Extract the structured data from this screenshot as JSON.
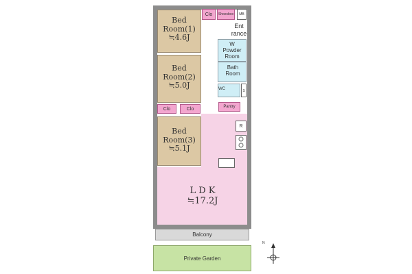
{
  "rooms": {
    "bed1": {
      "name1": "Bed",
      "name2": "Room(1)",
      "size": "≒4.6J"
    },
    "bed2": {
      "name1": "Bed",
      "name2": "Room(2)",
      "size": "≒5.0J"
    },
    "bed3": {
      "name1": "Bed",
      "name2": "Room(3)",
      "size": "≒5.1J"
    },
    "ldk": {
      "name": "L D K",
      "size": "≒17.2J"
    }
  },
  "labels": {
    "clo_top": "Clo",
    "shoes_box": "Shoesbox",
    "mb": "MB",
    "entrance_1": "Ent",
    "entrance_2": "rance",
    "w": "W",
    "powder_1": "Powder",
    "powder_2": "Room",
    "bath_1": "Bath",
    "bath_2": "Room",
    "wc": "WC",
    "s": "S",
    "clo_left": "Clo",
    "clo_right": "Clo",
    "pantry": "Pantry",
    "refrigerator": "R",
    "balcony": "Balcony",
    "private_garden": "Private Garden"
  },
  "compass": {
    "north": "N"
  }
}
